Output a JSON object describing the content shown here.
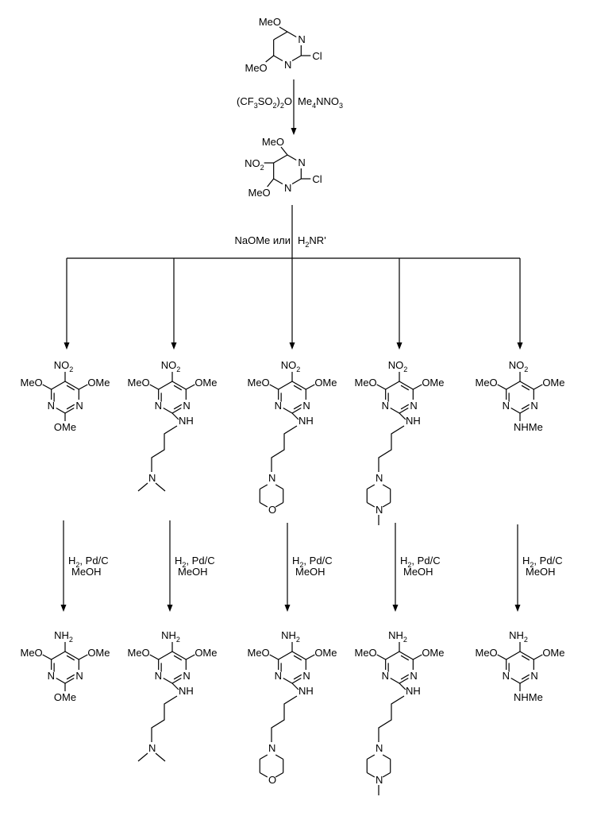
{
  "step1": {
    "left_reagent": "(CF3SO2)2O",
    "right_reagent": "Me4NNO3"
  },
  "step2": {
    "left_reagent": "NaOMe или",
    "right_reagent": "H2NR'"
  },
  "step3": {
    "reagent_line1": "H2, Pd/C",
    "reagent_line2": "MeOH"
  },
  "atoms": {
    "MeO": "MeO",
    "OMe": "OMe",
    "N": "N",
    "Cl": "Cl",
    "O": "O",
    "NO2": "NO2",
    "NH2": "NH2",
    "NH": "NH",
    "NHMe": "NHMe"
  }
}
